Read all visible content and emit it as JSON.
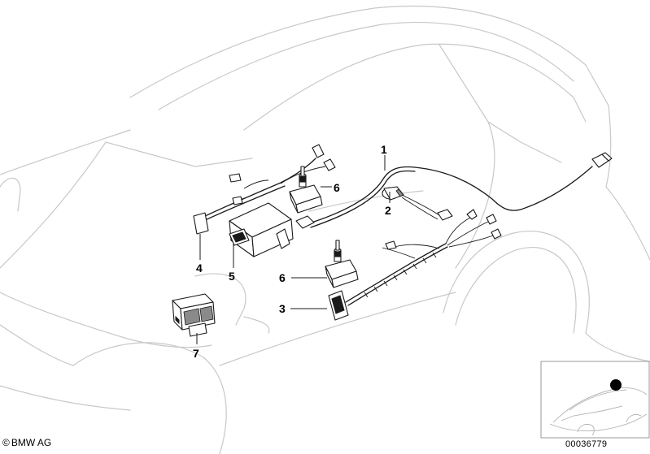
{
  "callouts": [
    {
      "id": "1",
      "label": "1"
    },
    {
      "id": "2",
      "label": "2"
    },
    {
      "id": "3",
      "label": "3"
    },
    {
      "id": "4",
      "label": "4"
    },
    {
      "id": "5",
      "label": "5"
    },
    {
      "id": "6a",
      "label": "6"
    },
    {
      "id": "6b",
      "label": "6"
    },
    {
      "id": "7",
      "label": "7"
    }
  ],
  "footer": {
    "copyright_symbol": "©",
    "copyright_text": "BMW AG",
    "image_number": "00036779"
  },
  "colors": {
    "outline": "#c8c8c8",
    "parts": "#1a1a1a",
    "locator_dot": "#000000"
  }
}
